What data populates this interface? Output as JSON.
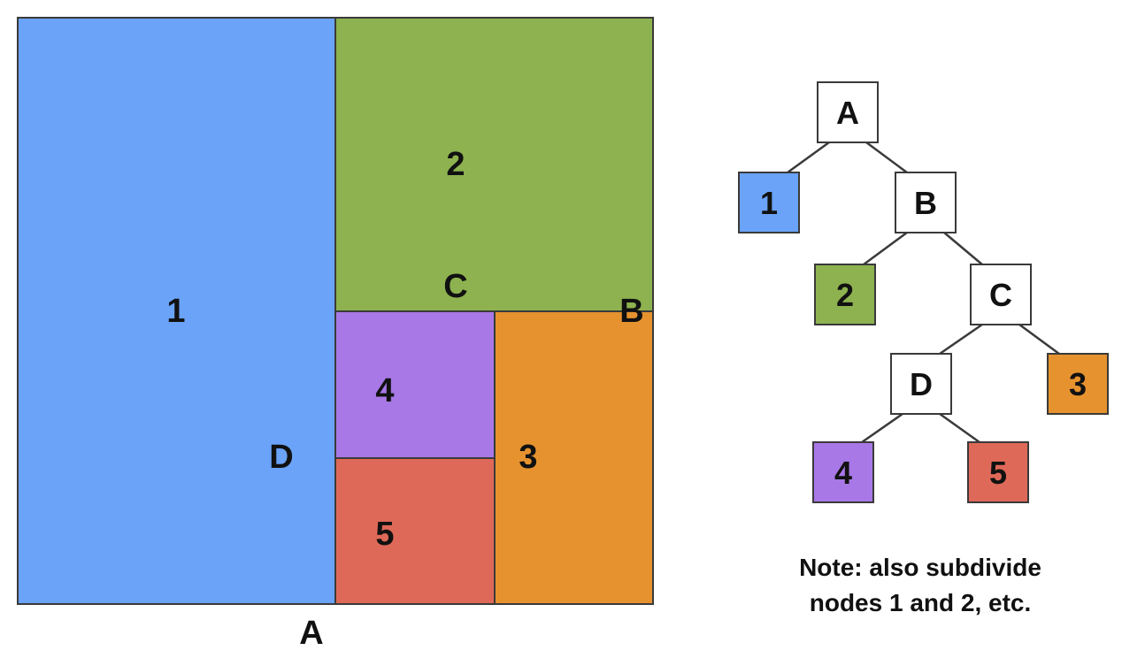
{
  "colors": {
    "region_1": "#6aa3f7",
    "region_2": "#8db24f",
    "region_3": "#e6922f",
    "region_4": "#a878e6",
    "region_5": "#df6958",
    "internal_node": "#ffffff",
    "line": "#3a3a3a"
  },
  "partition": {
    "regions": [
      {
        "id": "r1",
        "label": "1"
      },
      {
        "id": "r2",
        "label": "2"
      },
      {
        "id": "r3",
        "label": "3"
      },
      {
        "id": "r4",
        "label": "4"
      },
      {
        "id": "r5",
        "label": "5"
      }
    ],
    "split_labels": {
      "a": "A",
      "b": "B",
      "c": "C",
      "d": "D"
    }
  },
  "tree": {
    "nodes": [
      {
        "id": "A",
        "label": "A",
        "kind": "internal"
      },
      {
        "id": "1",
        "label": "1",
        "kind": "leaf",
        "color_key": "region_1"
      },
      {
        "id": "B",
        "label": "B",
        "kind": "internal"
      },
      {
        "id": "2",
        "label": "2",
        "kind": "leaf",
        "color_key": "region_2"
      },
      {
        "id": "C",
        "label": "C",
        "kind": "internal"
      },
      {
        "id": "D",
        "label": "D",
        "kind": "internal"
      },
      {
        "id": "3",
        "label": "3",
        "kind": "leaf",
        "color_key": "region_3"
      },
      {
        "id": "4",
        "label": "4",
        "kind": "leaf",
        "color_key": "region_4"
      },
      {
        "id": "5",
        "label": "5",
        "kind": "leaf",
        "color_key": "region_5"
      }
    ],
    "edges": [
      [
        "A",
        "1"
      ],
      [
        "A",
        "B"
      ],
      [
        "B",
        "2"
      ],
      [
        "B",
        "C"
      ],
      [
        "C",
        "D"
      ],
      [
        "C",
        "3"
      ],
      [
        "D",
        "4"
      ],
      [
        "D",
        "5"
      ]
    ]
  },
  "note": {
    "line1": "Note: also subdivide",
    "line2": "nodes 1 and 2, etc."
  }
}
